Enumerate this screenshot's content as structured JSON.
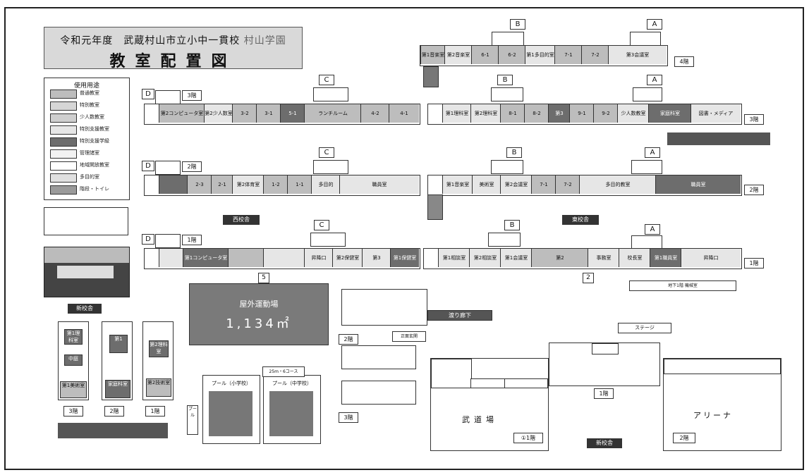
{
  "title": {
    "line1_main": "令和元年度　武蔵村山市立小中一貫校",
    "line1_sub": "村山学園",
    "line2": "教室配置図"
  },
  "legend": {
    "title": "使用用途",
    "items": [
      {
        "label": "普通教室",
        "color": "#bdbdbd"
      },
      {
        "label": "特別教室",
        "color": "#d6d6d6"
      },
      {
        "label": "少人数教室",
        "color": "#cfcfcf"
      },
      {
        "label": "特別支援教室",
        "color": "#e6e6e6"
      },
      {
        "label": "特別支援学級",
        "color": "#6d6d6d"
      },
      {
        "label": "管理諸室",
        "color": "#f2f2f2"
      },
      {
        "label": "地域開放教室",
        "color": "#ffffff"
      },
      {
        "label": "多目的室",
        "color": "#e0e0e0"
      },
      {
        "label": "階段・トイレ",
        "color": "#9a9a9a"
      }
    ]
  },
  "wings": {
    "west": "西校舎",
    "east": "東校舎",
    "north": "新校舎"
  },
  "stair_labels": {
    "A": "A",
    "B": "B",
    "C": "C",
    "D": "D"
  },
  "floors": {
    "f4": "4階",
    "f3": "3階",
    "f2": "2階",
    "f1": "1階"
  },
  "big_area": {
    "name": "屋外運動場",
    "area": "1,134㎡"
  },
  "building_5_label": "5",
  "building_2_label": "2",
  "gym_main": "武道場",
  "gym_main_floor": "①1階",
  "arena": "アリーナ",
  "arena_floor": "2階",
  "pools": {
    "left": "プール（小学校）",
    "right": "プール（中学校）",
    "caption": "25m・6コース"
  },
  "room_labels": {
    "west_3f": [
      "第2コンピュータ室",
      "第2少人数室",
      "3-2",
      "3-1",
      "5-1",
      "ランチルーム",
      "4-2",
      "4-1"
    ],
    "east_3f": [
      "第1理科室",
      "第2理科室",
      "8-1",
      "8-2",
      "第3",
      "9-1",
      "9-2",
      "少人数教室",
      "家庭科室",
      "図書・メディア"
    ],
    "west_2f": [
      "2-3",
      "2-1",
      "第2体育室",
      "1-2",
      "1-1",
      "多目的",
      "職員室"
    ],
    "east_2f": [
      "第1音楽室",
      "美術室",
      "第2会議室",
      "7-1",
      "7-2",
      "多目的教室",
      "職員室"
    ],
    "east_4f": [
      "第1音楽室",
      "第2音楽室",
      "6-1",
      "6-2",
      "第1多目的室",
      "7-1",
      "7-2",
      "第3会議室"
    ],
    "west_1f": [
      "第1コンピュータ室",
      "昇降口",
      "第2保健室",
      "第3",
      "第1保健室"
    ],
    "east_1f": [
      "第1相談室",
      "第2相談室",
      "第1会議室",
      "第2",
      "事務室",
      "校長室",
      "第1職員室",
      "昇降口"
    ]
  },
  "annex_labels": {
    "left_top": "第1理科室",
    "left_mid": "中庭",
    "left_bottom": "第1美術室",
    "middle_top": "第1",
    "middle_bottom": "家庭科室",
    "right_top": "第2理科室",
    "right_bottom": "第2技術室"
  },
  "annex_floors": [
    "3階",
    "2階",
    "1階"
  ],
  "misc_tags": {
    "stage": "ステージ",
    "entrance": "正面玄関",
    "underground": "地下1階 機械室",
    "pool_tag": "プール",
    "connection": "渡り廊下"
  }
}
